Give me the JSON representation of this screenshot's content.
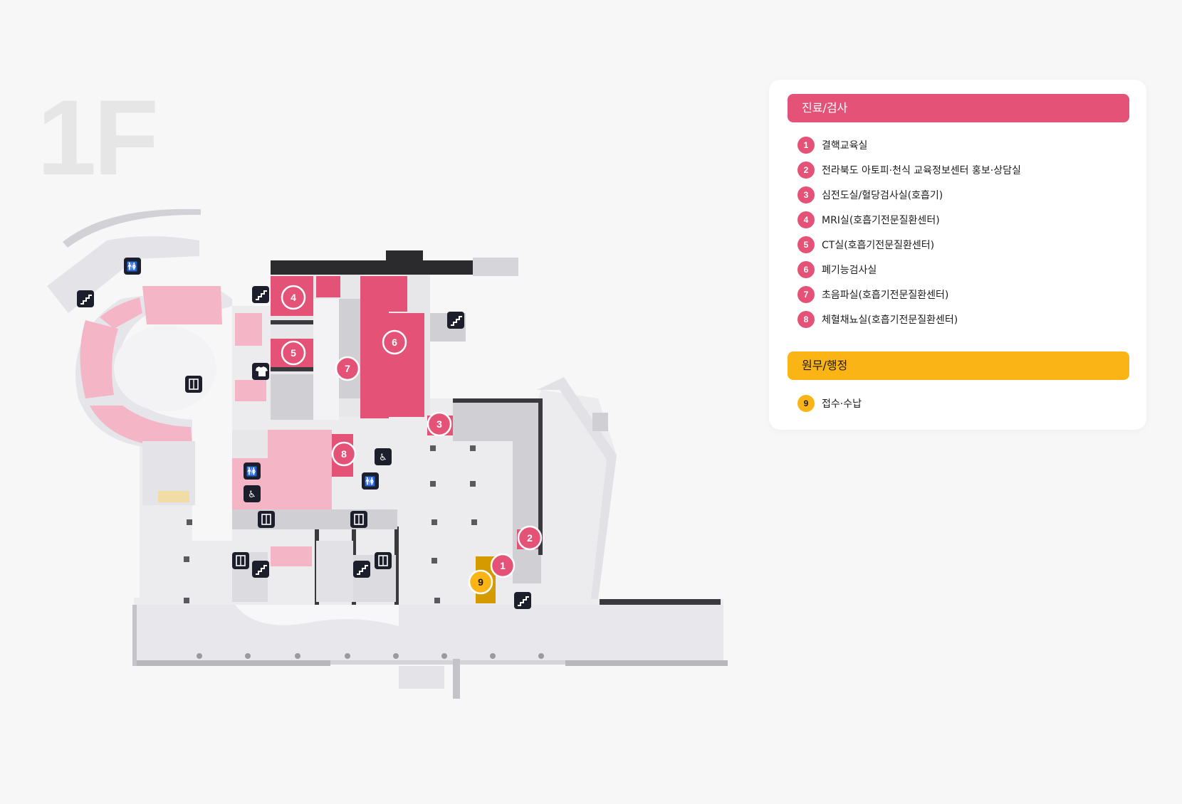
{
  "floor": "1F",
  "colors": {
    "exam": "#e45377",
    "exam_light": "#f4b6c6",
    "admin": "#fbb416",
    "admin_dark": "#d49a00",
    "wall": "#2b2b2e",
    "floor": "#ededf0",
    "icon_bg": "#1c1f2b"
  },
  "legend": {
    "exam": {
      "title": "진료/검사",
      "items": [
        {
          "num": "1",
          "label": "결핵교육실"
        },
        {
          "num": "2",
          "label": "전라북도 아토피·천식 교육정보센터 홍보·상담실"
        },
        {
          "num": "3",
          "label": "심전도실/혈당검사실(호흡기)"
        },
        {
          "num": "4",
          "label": "MRI실(호흡기전문질환센터)"
        },
        {
          "num": "5",
          "label": "CT실(호흡기전문질환센터)"
        },
        {
          "num": "6",
          "label": "폐기능검사실"
        },
        {
          "num": "7",
          "label": "초음파실(호흡기전문질환센터)"
        },
        {
          "num": "8",
          "label": "체혈채뇨실(호흡기전문질환센터)"
        }
      ]
    },
    "admin": {
      "title": "원무/행정",
      "items": [
        {
          "num": "9",
          "label": "접수·수납"
        }
      ]
    }
  },
  "markers": [
    {
      "num": "1",
      "category": "exam"
    },
    {
      "num": "2",
      "category": "exam"
    },
    {
      "num": "3",
      "category": "exam"
    },
    {
      "num": "4",
      "category": "exam"
    },
    {
      "num": "5",
      "category": "exam"
    },
    {
      "num": "6",
      "category": "exam"
    },
    {
      "num": "7",
      "category": "exam"
    },
    {
      "num": "8",
      "category": "exam"
    },
    {
      "num": "9",
      "category": "admin"
    }
  ],
  "facility_icons": [
    "restroom-icon",
    "stairs-icon",
    "elevator-icon",
    "wheelchair-icon",
    "clothing-icon"
  ]
}
